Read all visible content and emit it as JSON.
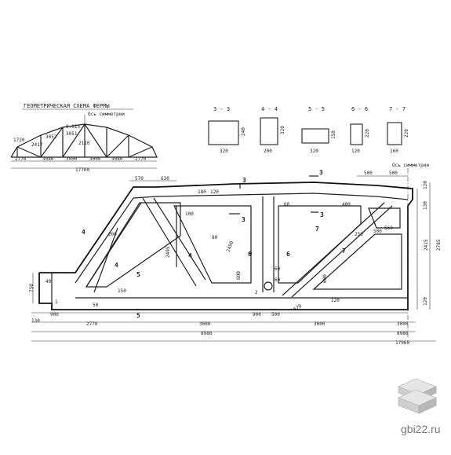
{
  "schema": {
    "title": "ГЕОМЕТРИЧЕСКАЯ СХЕМА ФЕРМЫ",
    "axis_label": "Ось симметрии",
    "heights": [
      "1720",
      "2417",
      "3052",
      "3051",
      "2110",
      "0.015"
    ],
    "spans": [
      "2770",
      "3080",
      "3000",
      "3000",
      "3080",
      "2770"
    ],
    "total": "17700"
  },
  "sections": [
    {
      "label": "3 - 3",
      "w": "320",
      "h": "240"
    },
    {
      "label": "4 - 4",
      "w": "200",
      "h": "320"
    },
    {
      "label": "5 - 5",
      "w": "320",
      "h": "150"
    },
    {
      "label": "6 - 6",
      "w": "120",
      "h": "220"
    },
    {
      "label": "7 - 7",
      "w": "160",
      "h": "220"
    }
  ],
  "truss": {
    "axis_label": "Ось симметрии",
    "top_dims": [
      "570",
      "630",
      "500",
      "500"
    ],
    "bottom_dims": [
      "130",
      "900",
      "2770",
      "3080",
      "900",
      "500",
      "3000",
      "3000"
    ],
    "totals": [
      "8980",
      "8980",
      "17960"
    ],
    "height_left": "750",
    "heights_right": [
      "2415",
      "2785",
      "120",
      "130",
      "120"
    ],
    "inner": [
      "2495",
      "2490",
      "600",
      "600",
      "670"
    ],
    "small": [
      "180",
      "120",
      "100",
      "60",
      "50",
      "150",
      "200",
      "400",
      "40",
      "80",
      "1",
      "2",
      "6",
      "560",
      "250",
      "500",
      "120",
      "60",
      "60"
    ],
    "cut_marks": [
      "3",
      "3",
      "3",
      "3",
      "4",
      "4",
      "4",
      "5",
      "5",
      "6",
      "6",
      "7",
      "7"
    ]
  },
  "watermark": {
    "text": "gbi22.ru",
    "icon": "stacked-slabs-icon"
  }
}
